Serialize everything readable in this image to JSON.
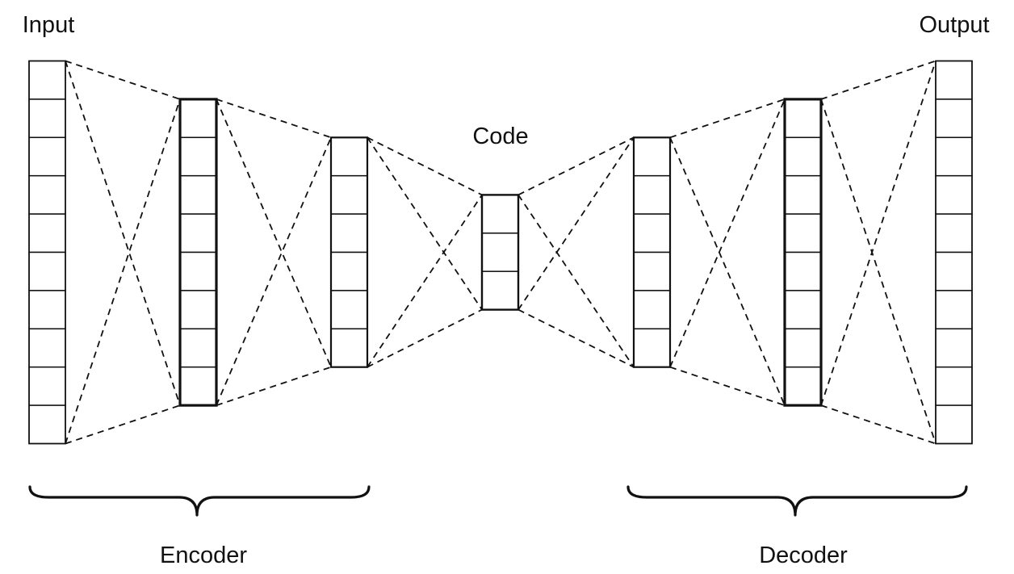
{
  "labels": {
    "input": "Input",
    "output": "Output",
    "code": "Code",
    "encoder": "Encoder",
    "decoder": "Decoder"
  },
  "layers": [
    {
      "id": "input",
      "cells": 10
    },
    {
      "id": "encoder-hidden-1",
      "cells": 8
    },
    {
      "id": "encoder-hidden-2",
      "cells": 6
    },
    {
      "id": "code",
      "cells": 3
    },
    {
      "id": "decoder-hidden-1",
      "cells": 6
    },
    {
      "id": "decoder-hidden-2",
      "cells": 8
    },
    {
      "id": "output",
      "cells": 10
    }
  ],
  "colors": {
    "stroke": "#111111",
    "background": "#ffffff"
  }
}
